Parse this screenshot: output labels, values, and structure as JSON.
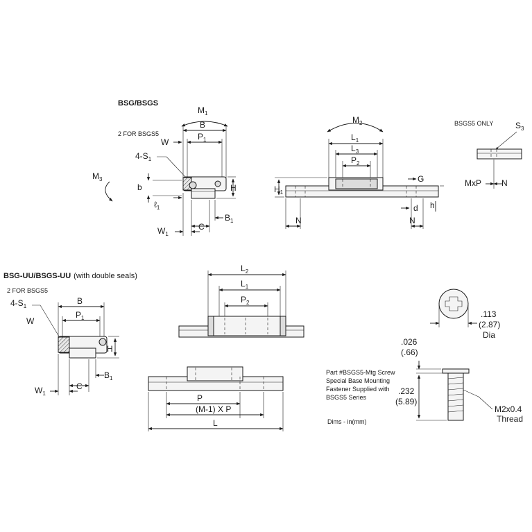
{
  "view_a": {
    "title": "BSG/BSGS",
    "note": "2 FOR BSGS5",
    "labels": {
      "M1": "M",
      "M1_sub": "1",
      "B": "B",
      "W": "W",
      "P1": "P",
      "P1_sub": "1",
      "S1": "4-S",
      "S1_sub": "1",
      "M3": "M",
      "M3_sub": "3",
      "b": "b",
      "H": "H",
      "l1": "ℓ",
      "l1_sub": "1",
      "W1": "W",
      "W1_sub": "1",
      "C": "C",
      "B1": "B",
      "B1_sub": "1"
    }
  },
  "view_b": {
    "labels": {
      "M2": "M",
      "M2_sub": "2",
      "L1": "L",
      "L1_sub": "1",
      "L3": "L",
      "L3_sub": "3",
      "P2": "P",
      "P2_sub": "2",
      "G": "G",
      "H1": "H",
      "H1_sub": "1",
      "h": "h",
      "d": "d",
      "N_left": "N",
      "N_right": "N"
    }
  },
  "view_c": {
    "note": "BSGS5 ONLY",
    "labels": {
      "S3": "S",
      "S3_sub": "3",
      "MxP": "MxP",
      "N": "N"
    }
  },
  "view_d": {
    "title": "BSG-UU/BSGS-UU",
    "subtitle": "(with double seals)",
    "note": "2 FOR BSGS5",
    "labels": {
      "S1": "4-S",
      "S1_sub": "1",
      "B": "B",
      "W": "W",
      "P1": "P",
      "P1_sub": "1",
      "H": "H",
      "W1": "W",
      "W1_sub": "1",
      "C": "C",
      "B1": "B",
      "B1_sub": "1"
    }
  },
  "view_e": {
    "labels": {
      "L2": "L",
      "L2_sub": "2",
      "L1": "L",
      "L1_sub": "1",
      "P2": "P",
      "P2_sub": "2"
    }
  },
  "view_f": {
    "labels": {
      "P": "P",
      "MP": "(M-1) X P",
      "L": "L"
    }
  },
  "screw": {
    "dia_in": ".113",
    "dia_mm": "(2.87)",
    "dia_label": "Dia",
    "head_in": ".026",
    "head_mm": "(.66)",
    "len_in": ".232",
    "len_mm": "(5.89)",
    "thread_1": "M2x0.4",
    "thread_2": "Thread",
    "part_lines": [
      "Part #BSGS5-Mtg Screw",
      "Special Base Mounting",
      "Fastener Supplied with",
      "BSGS5 Series"
    ],
    "dims_note": "Dims - in(mm)"
  }
}
